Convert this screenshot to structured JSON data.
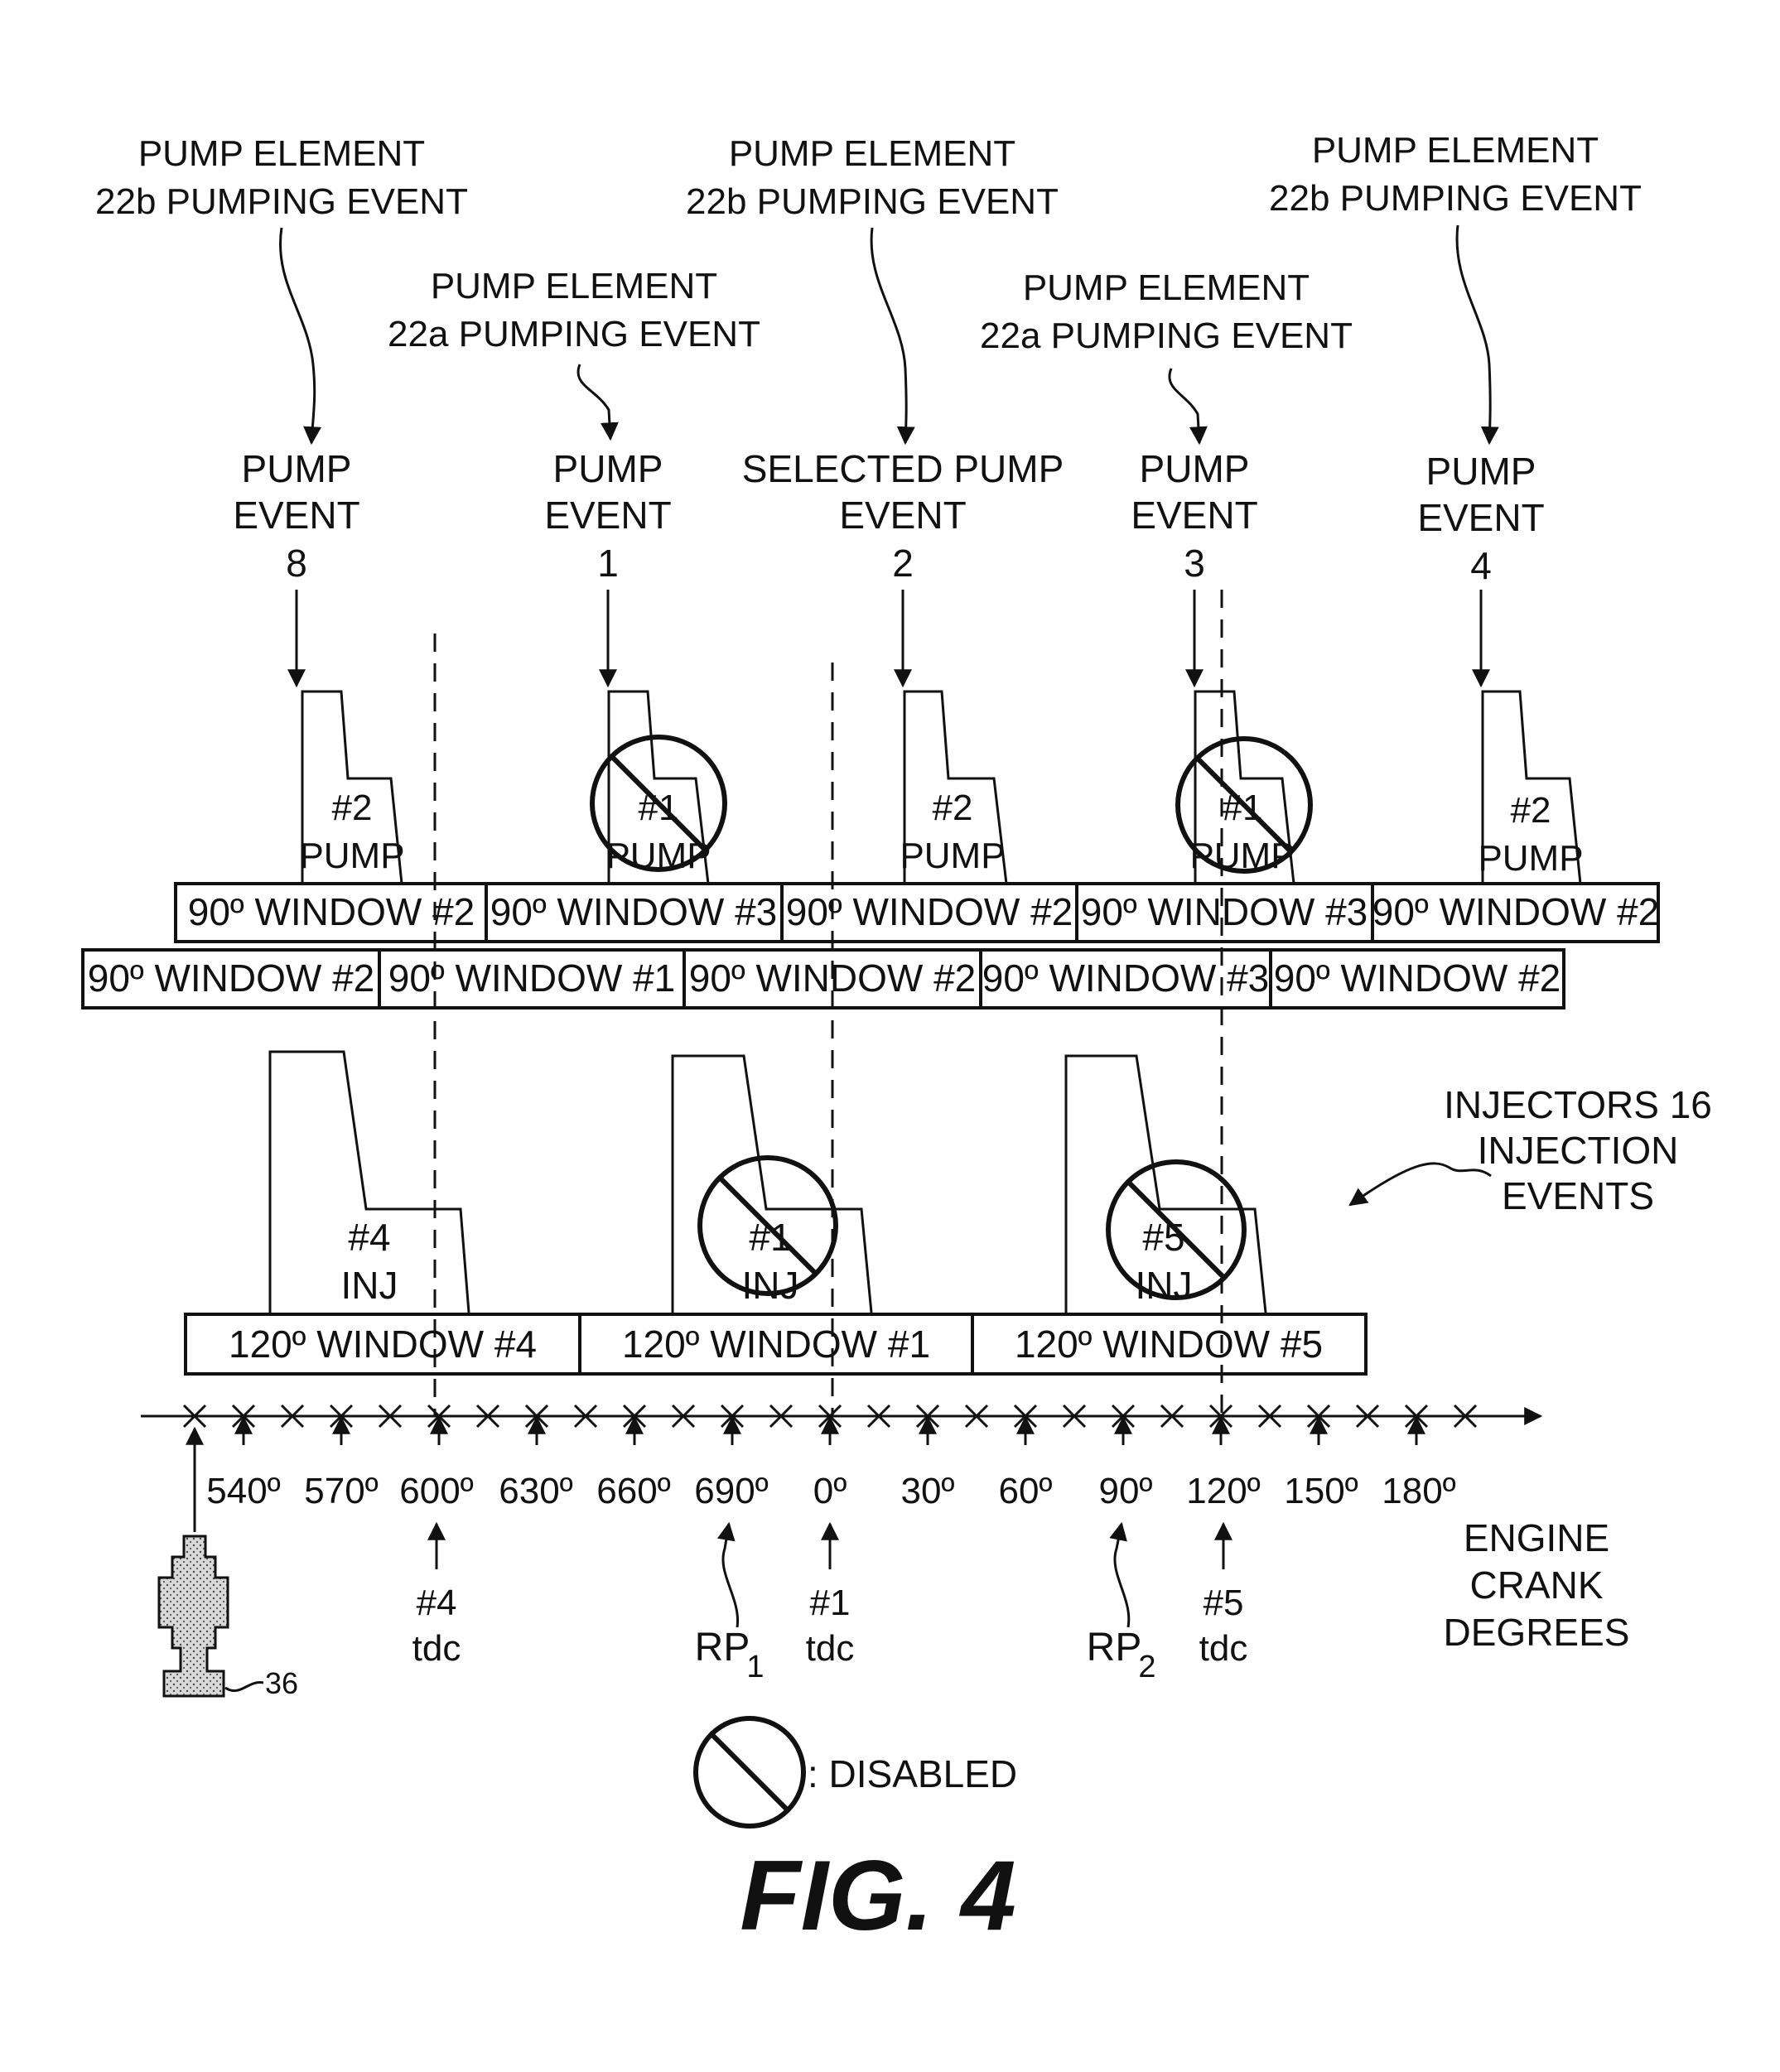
{
  "pump_elements": [
    {
      "line1": "PUMP ELEMENT",
      "line2": "22b PUMPING EVENT"
    },
    {
      "line1": "PUMP ELEMENT",
      "line2": "22a PUMPING EVENT"
    },
    {
      "line1": "PUMP ELEMENT",
      "line2": "22b PUMPING EVENT"
    },
    {
      "line1": "PUMP ELEMENT",
      "line2": "22a PUMPING EVENT"
    },
    {
      "line1": "PUMP ELEMENT",
      "line2": "22b PUMPING EVENT"
    }
  ],
  "pump_events": [
    {
      "line1": "PUMP",
      "line2": "EVENT",
      "num": "8"
    },
    {
      "line1": "PUMP",
      "line2": "EVENT",
      "num": "1"
    },
    {
      "line1": "SELECTED PUMP",
      "line2": "EVENT",
      "num": "2"
    },
    {
      "line1": "PUMP",
      "line2": "EVENT",
      "num": "3"
    },
    {
      "line1": "PUMP",
      "line2": "EVENT",
      "num": "4"
    }
  ],
  "pump_shapes": [
    {
      "num": "#2",
      "label": "PUMP",
      "disabled": false
    },
    {
      "num": "#1",
      "label": "PUMP",
      "disabled": true
    },
    {
      "num": "#2",
      "label": "PUMP",
      "disabled": false
    },
    {
      "num": "#1",
      "label": "PUMP",
      "disabled": true
    },
    {
      "num": "#2",
      "label": "PUMP",
      "disabled": false
    }
  ],
  "window_row_1": [
    "90º WINDOW #2",
    "90º WINDOW #3",
    "90º WINDOW #2",
    "90º WINDOW #3",
    "90º WINDOW #2"
  ],
  "window_row_2": [
    "90º WINDOW #2",
    "90º WINDOW #1",
    "90º WINDOW #2",
    "90º WINDOW #3",
    "90º WINDOW #2"
  ],
  "injectors_label": {
    "line1": "INJECTORS 16",
    "line2": "INJECTION",
    "line3": "EVENTS"
  },
  "inj_shapes": [
    {
      "num": "#4",
      "label": "INJ",
      "disabled": false
    },
    {
      "num": "#1",
      "label": "INJ",
      "disabled": true
    },
    {
      "num": "#5",
      "label": "INJ",
      "disabled": true
    }
  ],
  "windows_120": [
    "120º WINDOW #4",
    "120º WINDOW #1",
    "120º WINDOW #5"
  ],
  "crank_ticks": [
    "540º",
    "570º",
    "600º",
    "630º",
    "660º",
    "690º",
    "0º",
    "30º",
    "60º",
    "90º",
    "120º",
    "150º",
    "180º"
  ],
  "tdc_labels": [
    {
      "num": "#4",
      "tdc": "tdc"
    },
    {
      "num": "#1",
      "tdc": "tdc"
    },
    {
      "num": "#5",
      "tdc": "tdc"
    }
  ],
  "rp_labels": [
    {
      "base": "RP",
      "sub": "1"
    },
    {
      "base": "RP",
      "sub": "2"
    }
  ],
  "axis_label": {
    "line1": "ENGINE",
    "line2": "CRANK",
    "line3": "DEGREES"
  },
  "sensor_ref": "36",
  "legend_text": ": DISABLED",
  "figure_title": "FIG. 4"
}
